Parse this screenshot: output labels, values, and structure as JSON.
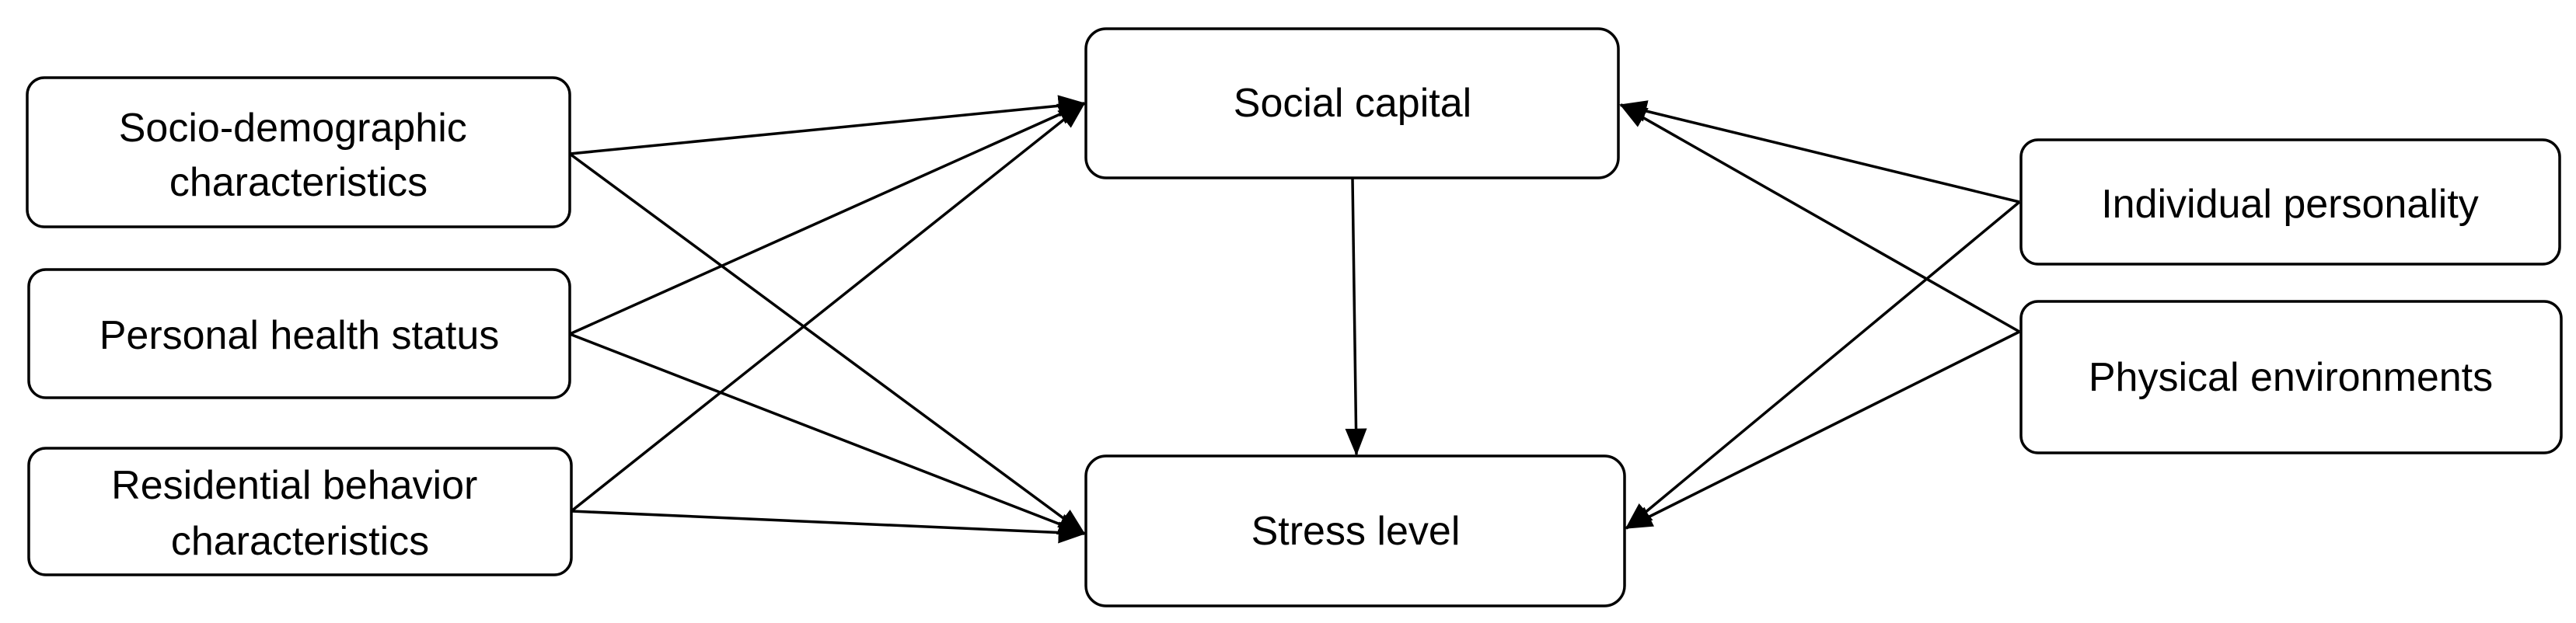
{
  "diagram": {
    "nodes": {
      "socio_demographic": {
        "lines": [
          "Socio-demographic",
          "characteristics"
        ]
      },
      "personal_health": {
        "lines": [
          "Personal health status"
        ]
      },
      "residential_behavior": {
        "lines": [
          "Residential behavior",
          "characteristics"
        ]
      },
      "social_capital": {
        "lines": [
          "Social capital"
        ]
      },
      "stress_level": {
        "lines": [
          "Stress level"
        ]
      },
      "individual_personality": {
        "lines": [
          "Individual personality"
        ]
      },
      "physical_environments": {
        "lines": [
          "Physical environments"
        ]
      }
    },
    "edges": [
      {
        "from": "socio_demographic",
        "to": "social_capital"
      },
      {
        "from": "socio_demographic",
        "to": "stress_level"
      },
      {
        "from": "personal_health",
        "to": "social_capital"
      },
      {
        "from": "personal_health",
        "to": "stress_level"
      },
      {
        "from": "residential_behavior",
        "to": "social_capital"
      },
      {
        "from": "residential_behavior",
        "to": "stress_level"
      },
      {
        "from": "social_capital",
        "to": "stress_level"
      },
      {
        "from": "individual_personality",
        "to": "social_capital"
      },
      {
        "from": "individual_personality",
        "to": "stress_level"
      },
      {
        "from": "physical_environments",
        "to": "social_capital"
      },
      {
        "from": "physical_environments",
        "to": "stress_level"
      }
    ]
  }
}
